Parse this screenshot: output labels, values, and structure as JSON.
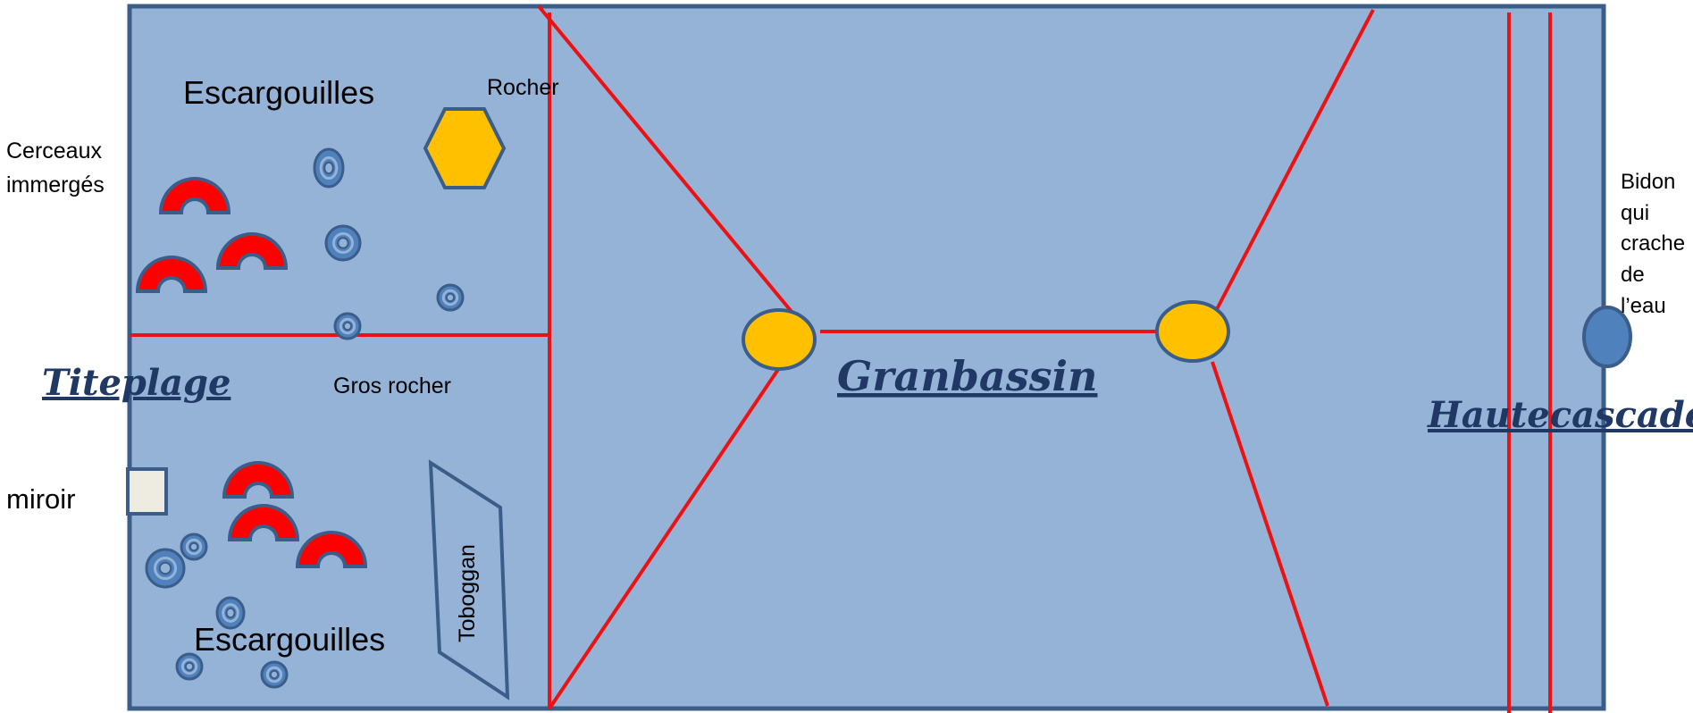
{
  "colors": {
    "pool_fill": "#95b3d7",
    "pool_border": "#3a5d8a",
    "lane_line": "#ee1111",
    "buoy": "#ffc000",
    "rock": "#ffc000",
    "hoop": "#ff0000",
    "ring": "#4f81bd",
    "mirror": "#eeece1",
    "zone_text": "#1f3864",
    "barrel": "#4f81bd"
  },
  "labels": {
    "escargouilles_top": "Escargouilles",
    "rocher": "Rocher",
    "cerceaux": [
      "Cerceaux",
      "immergés"
    ],
    "zone_titeplage": "Titeplage",
    "gros_rocher": "Gros rocher",
    "miroir": "miroir",
    "toboggan": "Toboggan",
    "escargouilles_bottom": "Escargouilles",
    "zone_granbassin": "Granbassin",
    "zone_hautecascade": "Hautecascade",
    "bidon": [
      "Bidon",
      "qui",
      "crache",
      "de",
      "l’eau"
    ]
  },
  "icons": [
    "hoop-icon",
    "ring-icon",
    "hexagon-rock-icon",
    "buoy-icon",
    "mirror-icon",
    "slide-icon",
    "barrel-icon"
  ]
}
